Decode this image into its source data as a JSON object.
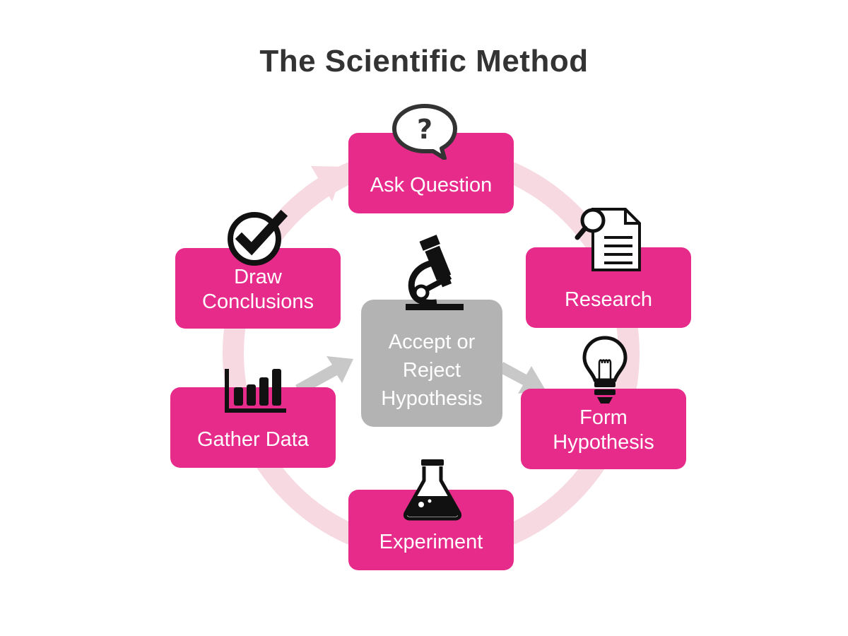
{
  "title": "The Scientific Method",
  "steps": [
    {
      "label": "Ask Question",
      "icon": "question-bubble-icon"
    },
    {
      "label": "Research",
      "icon": "document-magnifier-icon"
    },
    {
      "label": "Form\nHypothesis",
      "icon": "lightbulb-icon"
    },
    {
      "label": "Experiment",
      "icon": "flask-icon"
    },
    {
      "label": "Gather Data",
      "icon": "bar-chart-icon"
    },
    {
      "label": "Draw\nConclusions",
      "icon": "checkmark-icon"
    }
  ],
  "center": {
    "label": "Accept or\nReject\nHypothesis",
    "icon": "microscope-icon"
  },
  "colors": {
    "step_fill": "#e72b8b",
    "ring": "#f7d9e2",
    "center_fill": "#b3b3b3",
    "center_arrows": "#c8c8c8",
    "title": "#333333",
    "icon": "#111111"
  }
}
